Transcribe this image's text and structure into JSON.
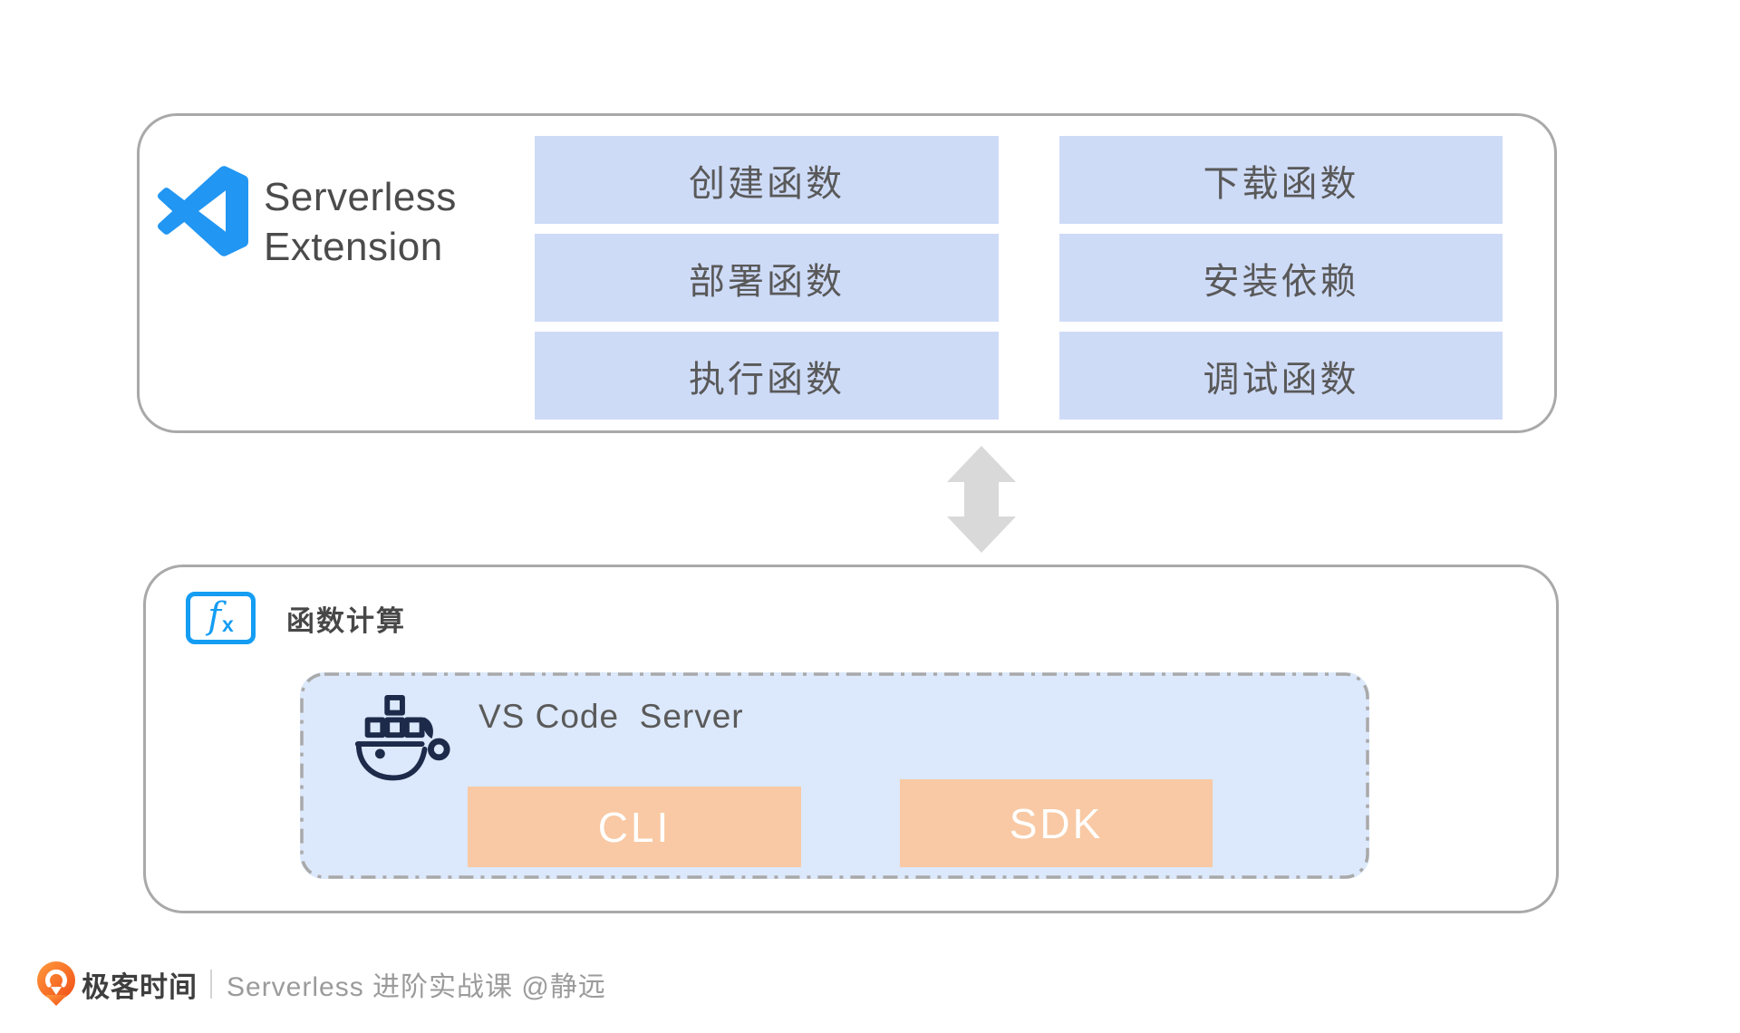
{
  "extension_panel": {
    "logo_icon": "vscode-logo-icon",
    "title_line1": "Serverless",
    "title_line2": "Extension",
    "functions": {
      "left": [
        "创建函数",
        "部署函数",
        "执行函数"
      ],
      "right": [
        "下载函数",
        "安装依赖",
        "调试函数"
      ]
    }
  },
  "arrow": {
    "icon": "bidirectional-arrow-icon",
    "direction": "vertical-both"
  },
  "compute_panel": {
    "icon": "function-compute-fx-icon",
    "icon_glyph_f": "f",
    "icon_glyph_x": "x",
    "title": "函数计算",
    "server_group": {
      "icon": "docker-icon",
      "label": "VS Code  Server",
      "items": [
        "CLI",
        "SDK"
      ]
    }
  },
  "footer": {
    "logo_icon": "geektime-logo-icon",
    "brand": "极客时间",
    "course": "Serverless 进阶实战课 @静远"
  },
  "colors": {
    "function_box_blue": "#cedbf7",
    "panel_border_gray": "#a9a9a9",
    "vscode_blue": "#2196f3",
    "fx_icon_blue": "#149df3",
    "dashed_container_blue": "#dce8fb",
    "tool_box_peach": "#f8c9a4",
    "arrow_gray": "#d9d9d9",
    "docker_navy": "#1d2a4a",
    "brand_orange": "#f4511e",
    "text_dark_gray": "#4b4b4b",
    "text_medium_gray": "#595959",
    "text_light_gray": "#9b9b9b"
  }
}
